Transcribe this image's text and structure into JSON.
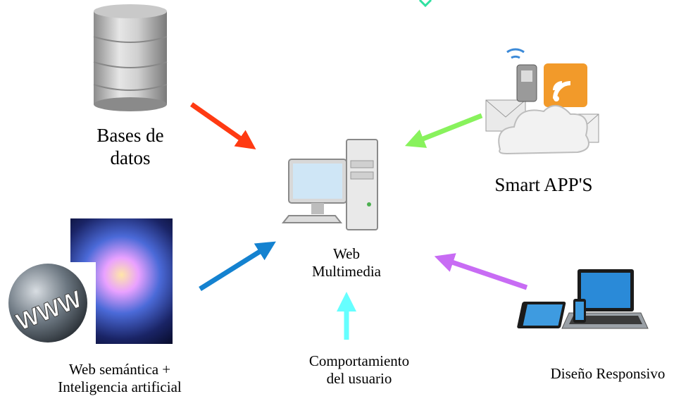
{
  "center": {
    "line1": "Web",
    "line2": "Multimedia"
  },
  "databases": {
    "line1": "Bases de",
    "line2": "datos"
  },
  "smart_apps": {
    "label": "Smart APP'S"
  },
  "semantic_web": {
    "line1": "Web semántica +",
    "line2": "Inteligencia artificial",
    "globe_text": "WWW"
  },
  "user_behavior": {
    "line1": "Comportamiento",
    "line2": "del usuario"
  },
  "responsive": {
    "label": "Diseño Responsivo"
  },
  "colors": {
    "arrow_databases": "#ff3a12",
    "arrow_smart_apps": "#88f25c",
    "arrow_semantic": "#1482d0",
    "arrow_user": "#66ffff",
    "arrow_responsive": "#c86cf4",
    "top_accent": "#2ee0a0"
  },
  "icons": {
    "center": "desktop-computer-icon",
    "databases": "database-cylinder-icon",
    "smart_apps": "cloud-mobile-rss-icon",
    "semantic_web": "globe-brain-image",
    "responsive": "laptop-tablet-phone-icon"
  }
}
